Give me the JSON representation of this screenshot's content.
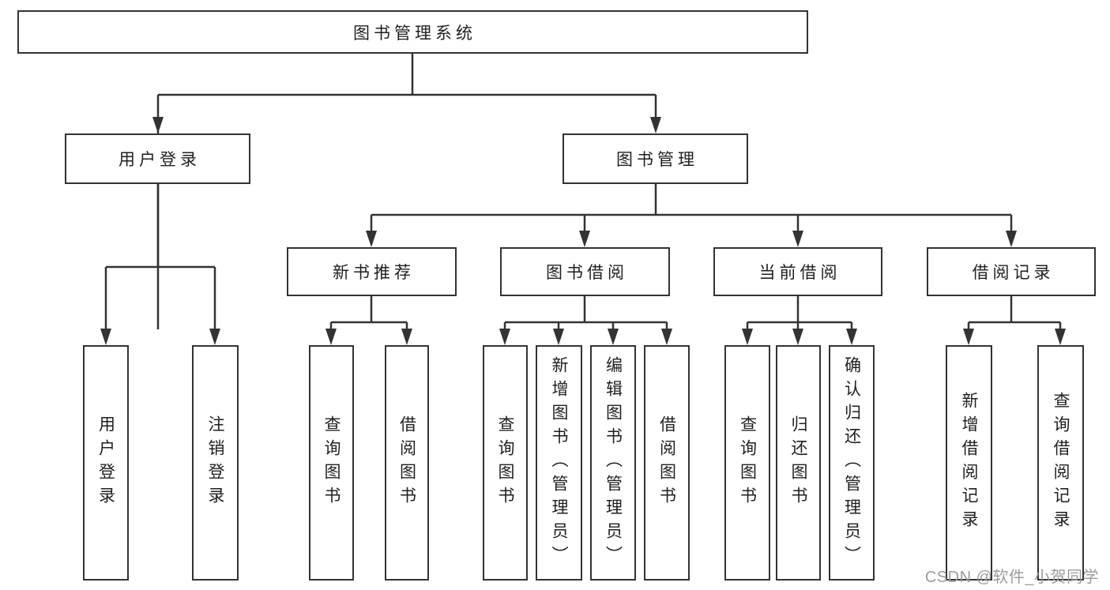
{
  "colors": {
    "line": "#333333",
    "text": "#1f1f1f",
    "watermark": "#9b9b9b"
  },
  "watermark": {
    "text": "CSDN @软件_小贺同学"
  },
  "tree": {
    "root": {
      "label": "图书管理系统"
    },
    "branches": [
      {
        "label": "用户登录",
        "children": [
          {
            "label": "用户登录"
          },
          {
            "label": "注销登录"
          }
        ]
      },
      {
        "label": "图书管理",
        "children": [
          {
            "label": "新书推荐",
            "children": [
              {
                "label": "查询图书"
              },
              {
                "label": "借阅图书"
              }
            ]
          },
          {
            "label": "图书借阅",
            "children": [
              {
                "label": "查询图书"
              },
              {
                "label": "新增图书（管理员）"
              },
              {
                "label": "编辑图书（管理员）"
              },
              {
                "label": "借阅图书"
              }
            ]
          },
          {
            "label": "当前借阅",
            "children": [
              {
                "label": "查询图书"
              },
              {
                "label": "归还图书"
              },
              {
                "label": "确认归还（管理员）"
              }
            ]
          },
          {
            "label": "借阅记录",
            "children": [
              {
                "label": "新增借阅记录"
              },
              {
                "label": "查询借阅记录"
              }
            ]
          }
        ]
      }
    ]
  }
}
